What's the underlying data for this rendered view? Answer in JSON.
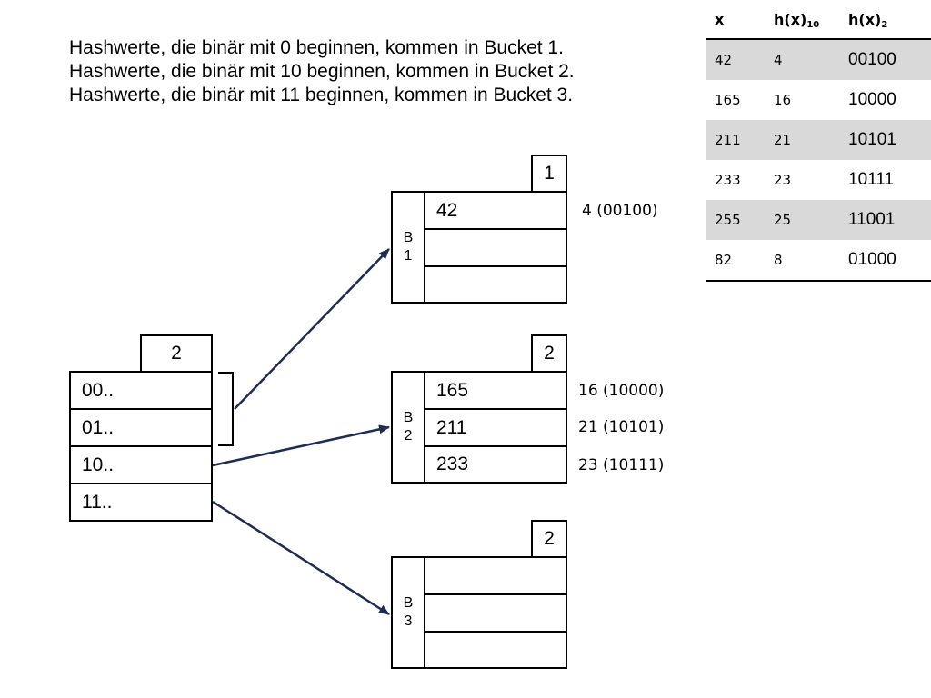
{
  "intro": {
    "line1": "Hashwerte, die binär mit 0 beginnen, kommen in Bucket 1.",
    "line2": "Hashwerte, die binär mit 10 beginnen, kommen in Bucket 2.",
    "line3": "Hashwerte, die binär mit 11 beginnen, kommen in Bucket 3."
  },
  "table": {
    "headers": {
      "x": "x",
      "h10": "h(x)",
      "h10_sub": "10",
      "h2": "h(x)",
      "h2_sub": "2"
    },
    "rows": [
      {
        "x": "42",
        "h10": "4",
        "h2": "00100"
      },
      {
        "x": "165",
        "h10": "16",
        "h2": "10000"
      },
      {
        "x": "211",
        "h10": "21",
        "h2": "10101"
      },
      {
        "x": "233",
        "h10": "23",
        "h2": "10111"
      },
      {
        "x": "255",
        "h10": "25",
        "h2": "11001"
      },
      {
        "x": "82",
        "h10": "8",
        "h2": "01000"
      }
    ]
  },
  "directory": {
    "depth": "2",
    "entries": [
      "00..",
      "01..",
      "10..",
      "11.."
    ]
  },
  "buckets": [
    {
      "label_top": "B",
      "label_bottom": "1",
      "depth": "1",
      "slots": [
        "42",
        "",
        ""
      ],
      "annotations": [
        "4 (00100)",
        "",
        ""
      ]
    },
    {
      "label_top": "B",
      "label_bottom": "2",
      "depth": "2",
      "slots": [
        "165",
        "211",
        "233"
      ],
      "annotations": [
        "16 (10000)",
        "21 (10101)",
        "23 (10111)"
      ]
    },
    {
      "label_top": "B",
      "label_bottom": "3",
      "depth": "2",
      "slots": [
        "",
        "",
        ""
      ],
      "annotations": [
        "",
        "",
        ""
      ]
    }
  ],
  "colors": {
    "arrow": "#1f2d55",
    "row_shade": "#d9d9d9"
  }
}
